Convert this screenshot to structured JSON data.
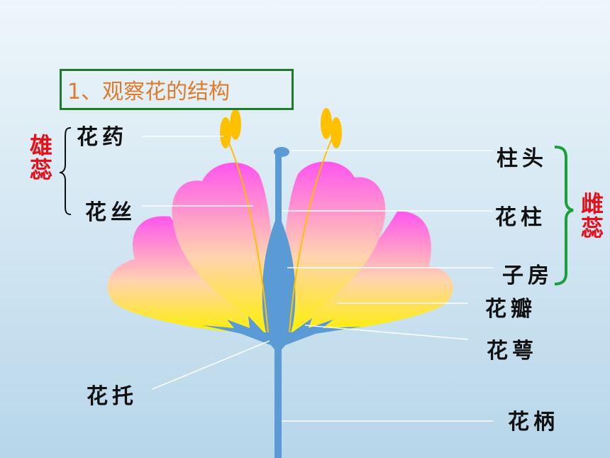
{
  "title": "1、观察花的结构",
  "groups": {
    "stamen": "雄蕊",
    "pistil": "雌蕊"
  },
  "labels": {
    "anther": "花药",
    "filament": "花丝",
    "stigma": "柱头",
    "style": "花柱",
    "ovary": "子房",
    "petal": "花瓣",
    "sepal": "花萼",
    "receptacle": "花托",
    "pedicel": "花柄"
  },
  "colors": {
    "title_border": "#1f7a2a",
    "title_text": "#e07b2a",
    "group_text": "#e4101a",
    "pistil_bracket": "#1aa03a",
    "stem": "#5b9bd5",
    "petal_top": "#ff66ee",
    "petal_bottom": "#fff200",
    "anther": "#ffc000"
  }
}
